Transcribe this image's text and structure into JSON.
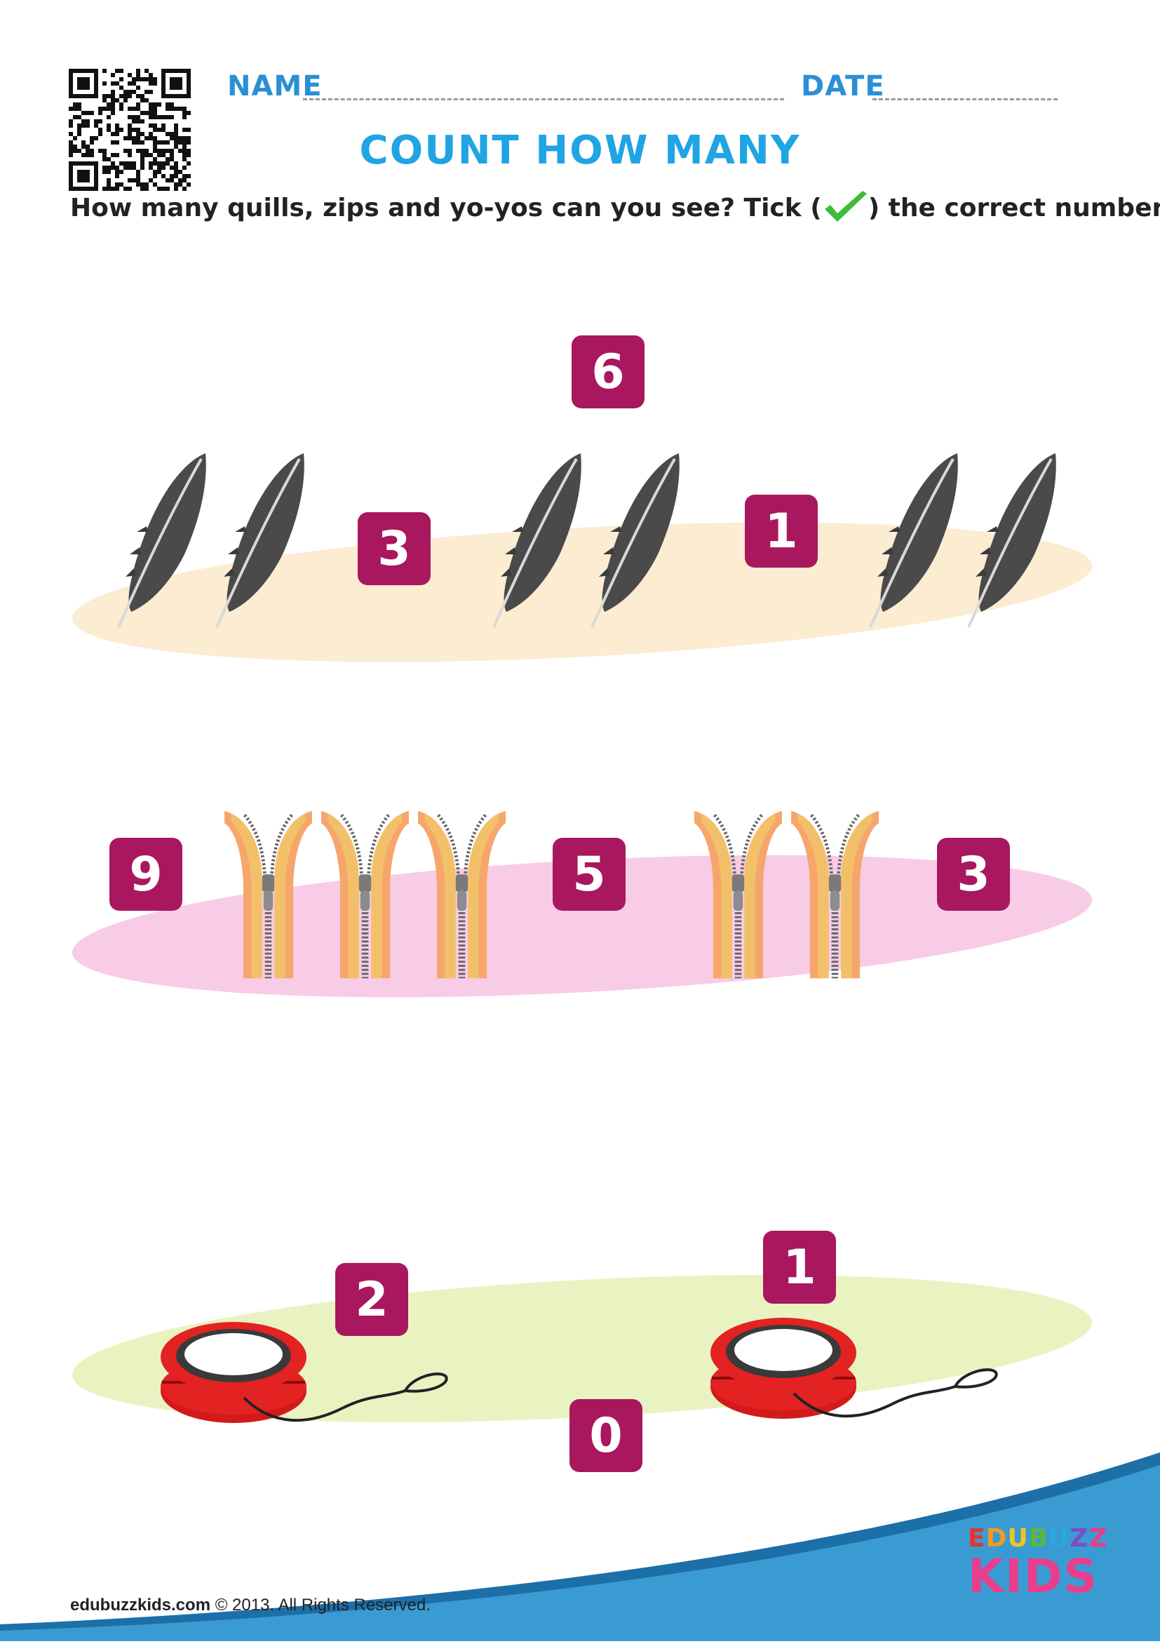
{
  "header": {
    "name_label": "NAME",
    "date_label": "DATE"
  },
  "title": "COUNT HOW MANY",
  "instruction": {
    "before_tick": "How many quills, zips and yo-yos can you see?  Tick (",
    "after_tick": ") the correct number."
  },
  "quills_row": {
    "item_icon": "quill-icon",
    "item_count": 6,
    "options": [
      "6",
      "3",
      "1"
    ]
  },
  "zips_row": {
    "item_icon": "zip-icon",
    "item_count": 5,
    "options": [
      "9",
      "5",
      "3"
    ]
  },
  "yoyos_row": {
    "item_icon": "yoyo-icon",
    "item_count": 2,
    "options": [
      "2",
      "1",
      "0"
    ]
  },
  "footer": {
    "site": "edubuzzkids.com",
    "copyright": " ©  2013. All Rights Reserved."
  },
  "logo": {
    "line1": [
      "E",
      "D",
      "U",
      "B",
      "U",
      "Z",
      "Z"
    ],
    "line2": "KIDS"
  },
  "colors": {
    "number_box": "#a9175f",
    "title": "#1fa4e4",
    "label": "#2b8fd6",
    "quill_band": "#fbecd2",
    "zip_band": "#f8cce6",
    "yoyo_band": "#e9f3c2",
    "wave": "#3a9bd3"
  }
}
